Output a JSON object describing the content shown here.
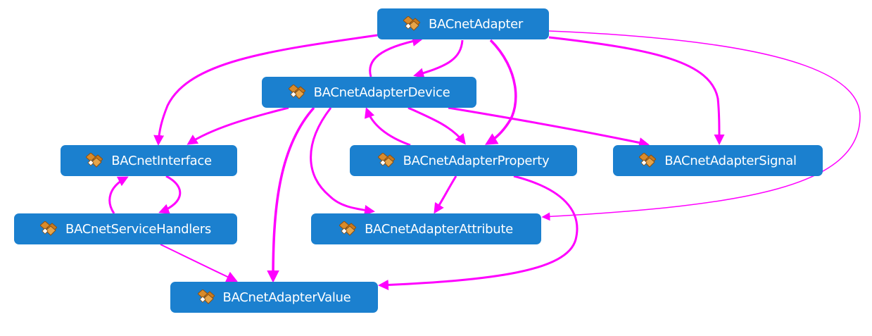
{
  "diagram": {
    "edge_color": "#ff00ff",
    "node_color": "#1b80cf",
    "node_icon": "class-icon",
    "nodes": {
      "adapter": "BACnetAdapter",
      "device": "BACnetAdapterDevice",
      "interface": "BACnetInterface",
      "property": "BACnetAdapterProperty",
      "signal": "BACnetAdapterSignal",
      "handlers": "BACnetServiceHandlers",
      "attribute": "BACnetAdapterAttribute",
      "value": "BACnetAdapterValue"
    },
    "edges": [
      {
        "from": "BACnetAdapter",
        "to": "BACnetInterface"
      },
      {
        "from": "BACnetAdapter",
        "to": "BACnetAdapterDevice"
      },
      {
        "from": "BACnetAdapterDevice",
        "to": "BACnetAdapter"
      },
      {
        "from": "BACnetAdapter",
        "to": "BACnetAdapterProperty"
      },
      {
        "from": "BACnetAdapter",
        "to": "BACnetAdapterSignal"
      },
      {
        "from": "BACnetAdapter",
        "to": "BACnetAdapterAttribute"
      },
      {
        "from": "BACnetAdapterDevice",
        "to": "BACnetInterface"
      },
      {
        "from": "BACnetAdapterDevice",
        "to": "BACnetAdapterProperty"
      },
      {
        "from": "BACnetAdapterProperty",
        "to": "BACnetAdapterDevice"
      },
      {
        "from": "BACnetAdapterDevice",
        "to": "BACnetAdapterSignal"
      },
      {
        "from": "BACnetAdapterDevice",
        "to": "BACnetAdapterAttribute"
      },
      {
        "from": "BACnetAdapterDevice",
        "to": "BACnetAdapterValue"
      },
      {
        "from": "BACnetAdapterProperty",
        "to": "BACnetAdapterAttribute"
      },
      {
        "from": "BACnetAdapterProperty",
        "to": "BACnetAdapterValue"
      },
      {
        "from": "BACnetInterface",
        "to": "BACnetServiceHandlers"
      },
      {
        "from": "BACnetServiceHandlers",
        "to": "BACnetInterface"
      },
      {
        "from": "BACnetServiceHandlers",
        "to": "BACnetAdapterValue"
      }
    ]
  }
}
